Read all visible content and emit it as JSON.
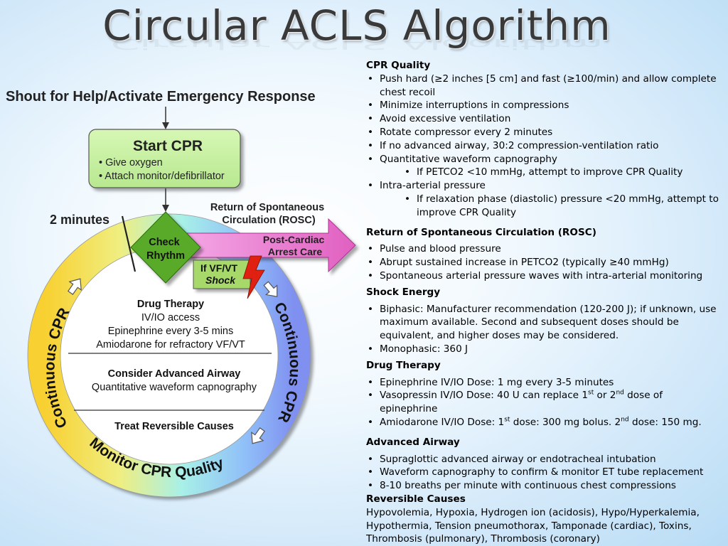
{
  "title": "Circular ACLS Algorithm",
  "diagram": {
    "shout": "Shout for Help/Activate Emergency Response",
    "start_cpr": {
      "title": "Start CPR",
      "items": [
        "• Give oxygen",
        "• Attach monitor/defibrillator"
      ]
    },
    "two_minutes": "2 minutes",
    "check_rhythm": [
      "Check",
      "Rhythm"
    ],
    "rosc_label": [
      "Return of Spontaneous",
      "Circulation (ROSC)"
    ],
    "post_cardiac": [
      "Post-Cardiac",
      "Arrest Care"
    ],
    "shock": [
      "If VF/VT",
      "Shock"
    ],
    "continuous_cpr_left": "Continuous CPR",
    "continuous_cpr_right": "Continuous CPR",
    "monitor_cpr_quality": "Monitor CPR Quality",
    "drug_therapy": {
      "title": "Drug Therapy",
      "lines": [
        "IV/IO access",
        "Epinephrine every 3-5 mins",
        "Amiodarone for refractory VF/VT"
      ]
    },
    "advanced_airway": {
      "title": "Consider Advanced Airway",
      "lines": [
        "Quantitative waveform capnography"
      ]
    },
    "reversible": "Treat Reversible Causes",
    "colors": {
      "start_box": "#c8f0a0",
      "check_diamond": "#5aaa2a",
      "post_arrow": "#e060c0",
      "shock_box": "#a6d86a",
      "bolt": "#e02010"
    }
  },
  "sections": {
    "cpr_quality": {
      "heading": "CPR Quality",
      "items": [
        "Push hard (≥2 inches [5 cm] and fast (≥100/min) and allow complete chest recoil",
        "Minimize interruptions in compressions",
        "Avoid excessive ventilation",
        "Rotate compressor every 2 minutes",
        "If no advanced airway, 30:2 compression-ventilation ratio",
        "Quantitative waveform capnography"
      ],
      "sub1": "If PETCO2 <10 mmHg, attempt to improve CPR Quality",
      "item7": "Intra-arterial pressure",
      "sub2": "If relaxation phase (diastolic) pressure <20 mmHg, attempt to improve CPR Quality"
    },
    "rosc": {
      "heading": "Return of Spontaneous Circulation (ROSC)",
      "items": [
        "Pulse and blood pressure",
        "Abrupt sustained increase in PETCO2 (typically ≥40 mmHg)",
        "Spontaneous arterial pressure waves with intra-arterial monitoring"
      ]
    },
    "shock_energy": {
      "heading": "Shock Energy",
      "items": [
        "Biphasic: Manufacturer recommendation (120-200 J); if unknown, use maximum available. Second and subsequent doses should be equivalent, and higher doses may be considered.",
        "Monophasic: 360 J"
      ]
    },
    "drug_therapy": {
      "heading": "Drug Therapy",
      "epi": "Epinephrine IV/IO Dose: 1 mg every 3-5 minutes",
      "vaso_a": "Vasopressin IV/IO Dose: 40 U can replace 1",
      "vaso_sup1": "st",
      "vaso_b": " or 2",
      "vaso_sup2": "nd",
      "vaso_c": " dose of epinephrine",
      "amio_a": "Amiodarone IV/IO Dose: 1",
      "amio_sup1": "st",
      "amio_b": " dose: 300 mg bolus. 2",
      "amio_sup2": "nd",
      "amio_c": " dose: 150 mg."
    },
    "advanced_airway": {
      "heading": "Advanced Airway",
      "items": [
        "Supraglottic advanced airway or endotracheal intubation",
        "Waveform capnography to confirm & monitor ET tube replacement",
        "8-10 breaths per minute with continuous chest compressions"
      ]
    },
    "reversible_causes": {
      "heading": "Reversible Causes",
      "text": "Hypovolemia, Hypoxia, Hydrogen ion (acidosis), Hypo/Hyperkalemia, Hypothermia, Tension pneumothorax, Tamponade (cardiac), Toxins, Thrombosis (pulmonary), Thrombosis (coronary)"
    }
  }
}
